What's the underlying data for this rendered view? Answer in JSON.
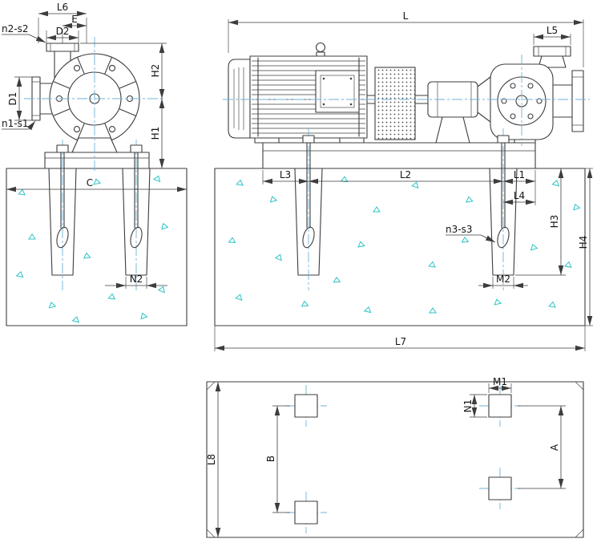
{
  "drawing": {
    "type": "pump-installation-dimensional-drawing",
    "views": [
      "end view with foundation section",
      "side view with foundation section",
      "foundation anchor-bolt plan"
    ]
  },
  "labels": {
    "end_view": {
      "n2_s2": "n2-s2",
      "L6": "L6",
      "E": "E",
      "D2": "D2",
      "D1": "D1",
      "n1_s1": "n1-s1",
      "H2": "H2",
      "H1": "H1",
      "C": "C",
      "N2": "N2"
    },
    "side_view": {
      "L": "L",
      "L5": "L5",
      "L3": "L3",
      "L2": "L2",
      "L1": "L1",
      "L4": "L4",
      "n3_s3": "n3-s3",
      "M2": "M2",
      "H3": "H3",
      "H4": "H4",
      "L7": "L7"
    },
    "plan_view": {
      "L8": "L8",
      "B": "B",
      "A": "A",
      "M1": "M1",
      "N1": "N1"
    }
  },
  "colors": {
    "line": "#3d3d3d",
    "centerline": "#6fb3d6",
    "concrete_symbol": "#2cc4c4",
    "text": "#141414",
    "background": "#ffffff"
  }
}
